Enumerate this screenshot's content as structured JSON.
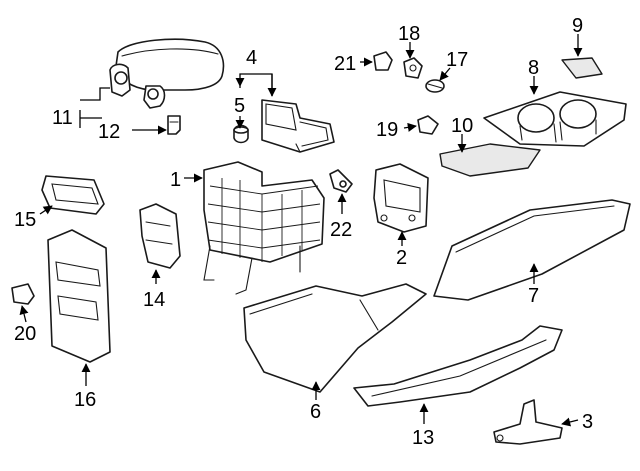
{
  "diagram": {
    "callouts": {
      "c1": "1",
      "c2": "2",
      "c3": "3",
      "c4": "4",
      "c5": "5",
      "c6": "6",
      "c7": "7",
      "c8": "8",
      "c9": "9",
      "c10": "10",
      "c11": "11",
      "c12": "12",
      "c13": "13",
      "c14": "14",
      "c15": "15",
      "c16": "16",
      "c17": "17",
      "c18": "18",
      "c19": "19",
      "c20": "20",
      "c21": "21",
      "c22": "22"
    },
    "colors": {
      "line": "#1a1a1a",
      "background": "#ffffff",
      "shade": "#e9e9e9"
    }
  }
}
